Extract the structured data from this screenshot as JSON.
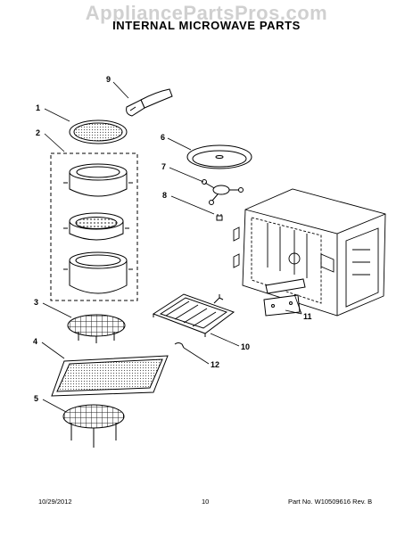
{
  "watermark": "AppliancePartsPros.com",
  "title": "INTERNAL MICROWAVE PARTS",
  "callouts": [
    "1",
    "2",
    "3",
    "4",
    "5",
    "6",
    "7",
    "8",
    "9",
    "10",
    "11",
    "12"
  ],
  "footer": {
    "date": "10/29/2012",
    "page": "10",
    "part_label": "Part No.",
    "part_no": "W10509616",
    "rev_label": "Rev.",
    "rev": "B"
  }
}
